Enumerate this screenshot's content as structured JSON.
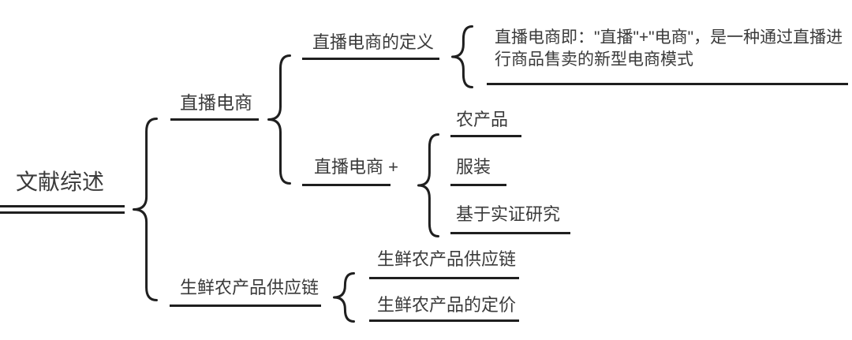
{
  "colors": {
    "background": "#ffffff",
    "text": "#3a3a3a",
    "line": "#1f1f1f"
  },
  "mindmap": {
    "root": {
      "label": "文献综述"
    },
    "branches": [
      {
        "label": "直播电商",
        "children": [
          {
            "label": "直播电商的定义",
            "detail": "直播电商即：\"直播\"+\"电商\"，是一种通过直播进\n行商品售卖的新型电商模式"
          },
          {
            "label": "直播电商 +",
            "children": [
              {
                "label": "农产品"
              },
              {
                "label": "服装"
              },
              {
                "label": "基于实证研究"
              }
            ]
          }
        ]
      },
      {
        "label": "生鲜农产品供应链",
        "children": [
          {
            "label": "生鲜农产品供应链"
          },
          {
            "label": "生鲜农产品的定价"
          }
        ]
      }
    ]
  }
}
